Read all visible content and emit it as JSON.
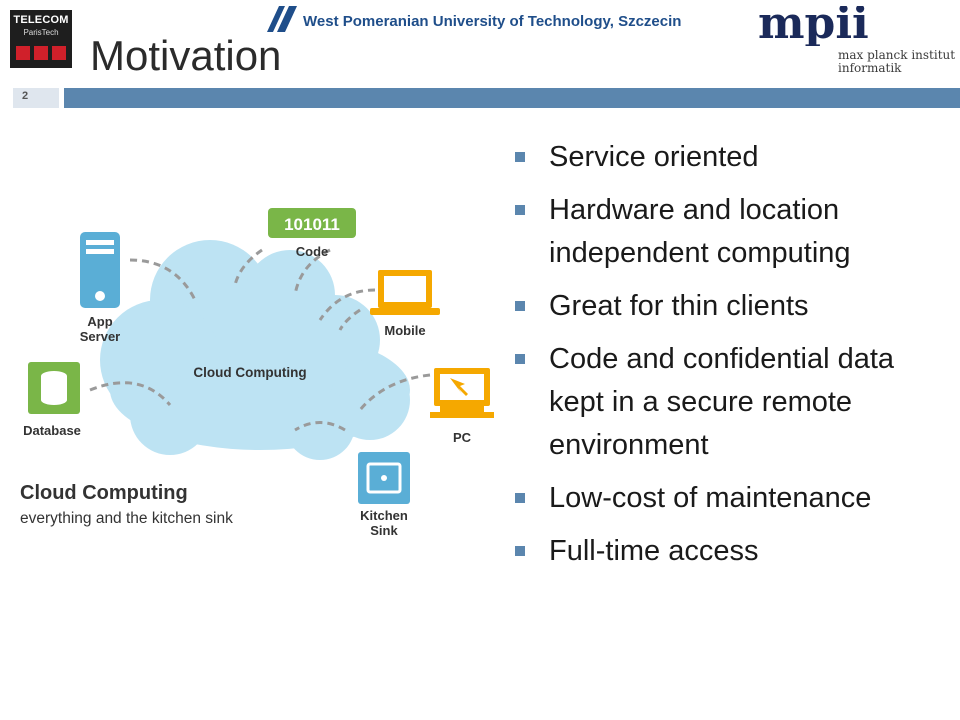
{
  "header": {
    "title": "Motivation",
    "telecom_logo": {
      "line1": "TELECOM",
      "line2": "ParisTech"
    },
    "university": "West Pomeranian University of Technology, Szczecin",
    "mpi": {
      "mark": "mpii",
      "line1": "max planck institut",
      "line2": "informatik"
    }
  },
  "slide_number": "2",
  "bullets": [
    "Service oriented",
    "Hardware and location independent computing",
    "Great for thin clients",
    "Code and confidential data kept in a secure remote environment",
    "Low-cost of maintenance",
    "Full-time access"
  ],
  "figure": {
    "code_value": "101011",
    "code_label": "Code",
    "app_server_label_1": "App",
    "app_server_label_2": "Server",
    "mobile_label": "Mobile",
    "cloud_label": "Cloud Computing",
    "database_label": "Database",
    "pc_label": "PC",
    "kitchen_label_1": "Kitchen",
    "kitchen_label_2": "Sink",
    "caption_title": "Cloud Computing",
    "caption_sub": "everything and the kitchen sink"
  },
  "colors": {
    "accent": "#5b86ae",
    "cloud": "#bde3f3",
    "green": "#7ab648",
    "blue_icon": "#5aaed6",
    "orange": "#f5a800"
  }
}
